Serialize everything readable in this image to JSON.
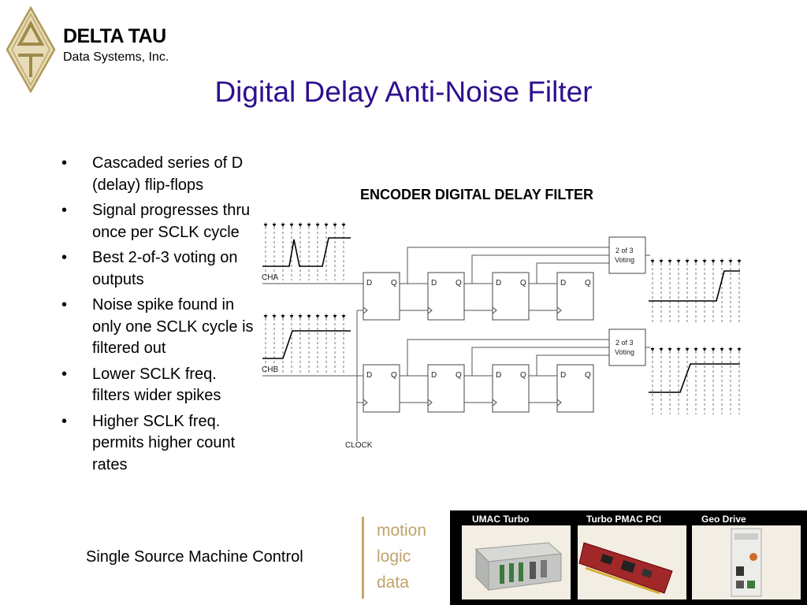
{
  "brand": {
    "name": "DELTA TAU",
    "subtitle": "Data Systems, Inc."
  },
  "title": "Digital Delay Anti-Noise Filter",
  "bullets": [
    "Cascaded series of D (delay) flip-flops",
    "Signal progresses thru once per SCLK cycle",
    "Best 2-of-3 voting on outputs",
    "Noise spike found in only one SCLK cycle is filtered out",
    "Lower SCLK freq. filters wider spikes",
    "Higher SCLK freq. permits higher count rates"
  ],
  "diagram": {
    "title": "ENCODER DIGITAL DELAY FILTER",
    "channel_a": "CHA",
    "channel_b": "CHB",
    "clock_label": "CLOCK",
    "ff_d": "D",
    "ff_q": "Q",
    "voting_line1": "2 of 3",
    "voting_line2": "Voting"
  },
  "footer": {
    "tagline": "Single Source Machine Control",
    "words": [
      "motion",
      "logic",
      "data"
    ],
    "products": [
      "UMAC Turbo",
      "Turbo PMAC PCI",
      "Geo Drive"
    ]
  },
  "colors": {
    "title": "#2e0f8f",
    "gold": "#c0a36a",
    "logo_gold": "#c8b27a"
  }
}
